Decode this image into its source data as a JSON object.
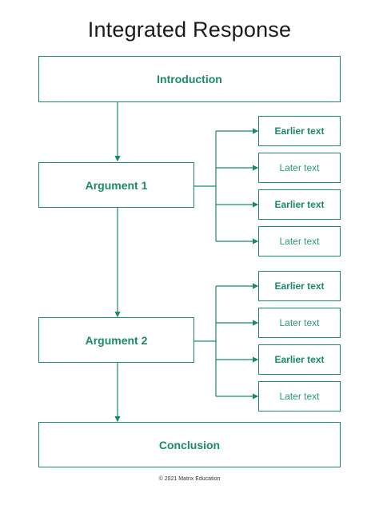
{
  "title": "Integrated Response",
  "footer": "© 2021 Matrix Education",
  "colors": {
    "accent": "#1a8a68",
    "title": "#1a1a1a"
  },
  "boxes": {
    "introduction": "Introduction",
    "argument1": "Argument 1",
    "argument2": "Argument 2",
    "conclusion": "Conclusion"
  },
  "arg1_items": [
    "Earlier text",
    "Later text",
    "Earlier text",
    "Later text"
  ],
  "arg2_items": [
    "Earlier text",
    "Later text",
    "Earlier text",
    "Later text"
  ]
}
